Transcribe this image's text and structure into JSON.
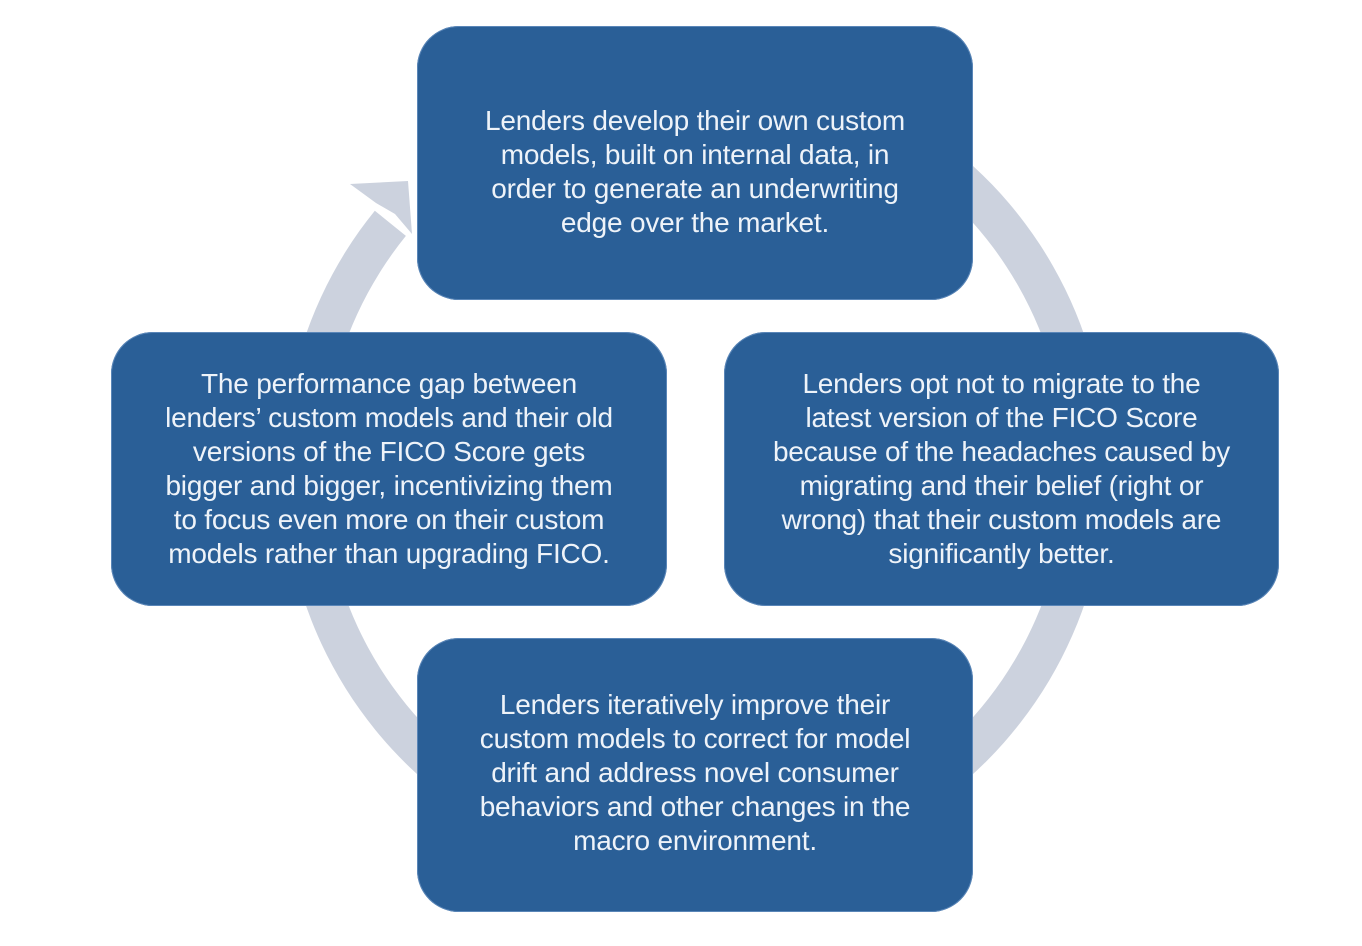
{
  "diagram": {
    "type": "cycle",
    "colors": {
      "box_fill": "#2a5f97",
      "box_text": "#eef3f9",
      "arrow": "#ccd2de",
      "background": "#ffffff"
    },
    "flow_direction": "clockwise",
    "steps": [
      {
        "position": "top",
        "lines": [
          "Lenders develop their own custom",
          "models, built on internal data, in",
          "order to generate an underwriting",
          "edge over the market."
        ]
      },
      {
        "position": "right",
        "lines": [
          "Lenders opt not to migrate to the",
          "latest version of the FICO Score",
          "because of the headaches caused by",
          "migrating and their belief (right or",
          "wrong) that their custom models are",
          "significantly better."
        ]
      },
      {
        "position": "bottom",
        "lines": [
          "Lenders iteratively improve their",
          "custom models to correct for model",
          "drift and address novel consumer",
          "behaviors and other changes in the",
          "macro environment."
        ]
      },
      {
        "position": "left",
        "lines": [
          "The performance gap between",
          "lenders’ custom models and their old",
          "versions of the FICO Score gets",
          "bigger and bigger, incentivizing them",
          "to focus even more on their custom",
          "models rather than upgrading FICO."
        ]
      }
    ]
  }
}
